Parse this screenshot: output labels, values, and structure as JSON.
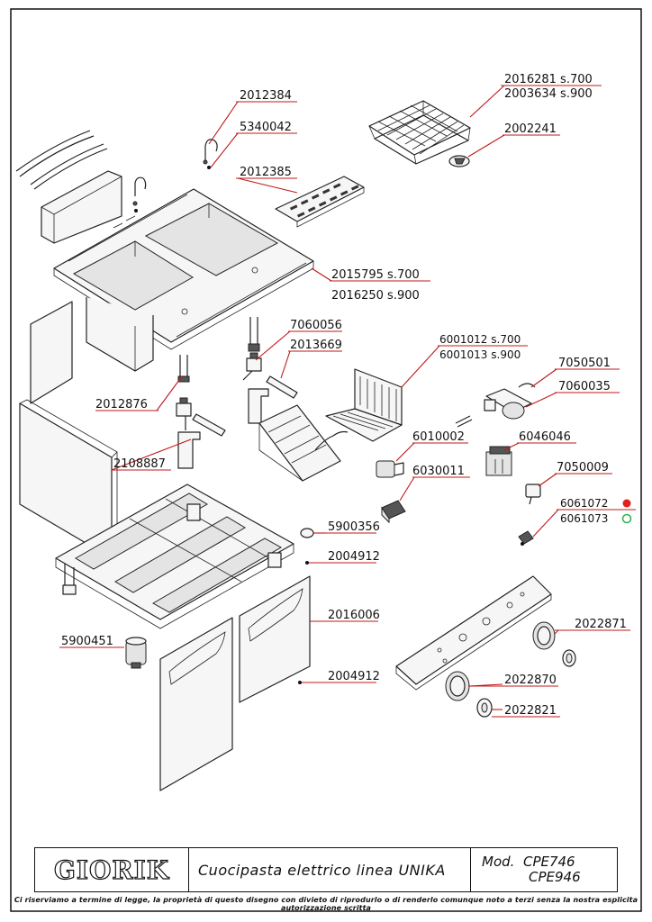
{
  "parts": [
    {
      "code": "2016281",
      "variant": "s.700"
    },
    {
      "code": "2003634",
      "variant": "s.900"
    },
    {
      "code": "2012384",
      "variant": ""
    },
    {
      "code": "5340042",
      "variant": ""
    },
    {
      "code": "2002241",
      "variant": ""
    },
    {
      "code": "2012385",
      "variant": ""
    },
    {
      "code": "2015795",
      "variant": "s.700"
    },
    {
      "code": "2016250",
      "variant": "s.900"
    },
    {
      "code": "7060056",
      "variant": ""
    },
    {
      "code": "6001012",
      "variant": "s.700"
    },
    {
      "code": "6001013",
      "variant": "s.900"
    },
    {
      "code": "2013669",
      "variant": ""
    },
    {
      "code": "7050501",
      "variant": ""
    },
    {
      "code": "7060035",
      "variant": ""
    },
    {
      "code": "2012876",
      "variant": ""
    },
    {
      "code": "6010002",
      "variant": ""
    },
    {
      "code": "6046046",
      "variant": ""
    },
    {
      "code": "2108887",
      "variant": ""
    },
    {
      "code": "6030011",
      "variant": ""
    },
    {
      "code": "7050009",
      "variant": ""
    },
    {
      "code": "6061072",
      "variant": ""
    },
    {
      "code": "6061073",
      "variant": ""
    },
    {
      "code": "5900356",
      "variant": ""
    },
    {
      "code": "2004912",
      "variant": ""
    },
    {
      "code": "2016006",
      "variant": ""
    },
    {
      "code": "2022871",
      "variant": ""
    },
    {
      "code": "5900451",
      "variant": ""
    },
    {
      "code": "2004912",
      "variant": ""
    },
    {
      "code": "2022870",
      "variant": ""
    },
    {
      "code": "2022821",
      "variant": ""
    }
  ],
  "indicator_colors": {
    "red": "#e0201c",
    "green": "#29b34a"
  },
  "title_block": {
    "brand": "GIORIK",
    "description": "Cuocipasta elettrico linea UNIKA",
    "model_label": "Mod.",
    "model_1": "CPE746",
    "model_2": "CPE946"
  },
  "disclaimer": "Ci riserviamo a termine di legge, la proprietà di questo disegno con divieto di riprodurlo o di renderlo comunque noto a terzi senza la nostra esplicita autorizzazione scritta"
}
